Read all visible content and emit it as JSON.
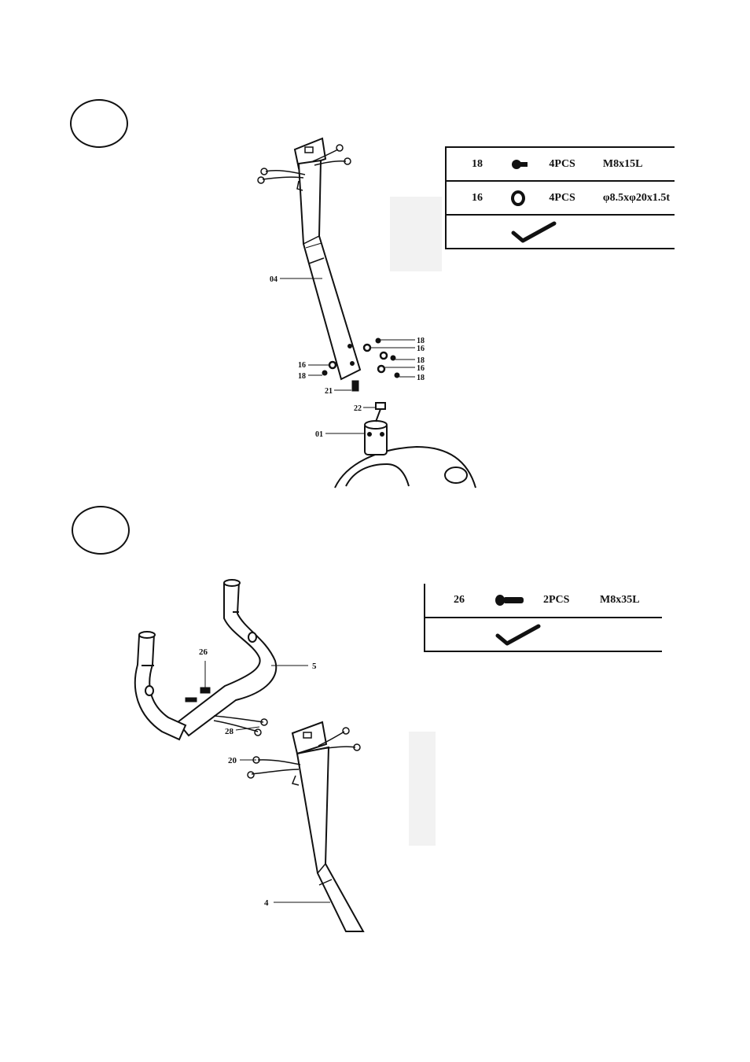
{
  "step1": {
    "table": [
      {
        "part_no": "18",
        "icon": "bolt-icon",
        "qty": "4PCS",
        "spec": "M8x15L"
      },
      {
        "part_no": "16",
        "icon": "washer-icon",
        "qty": "4PCS",
        "spec": "φ8.5xφ20x1.5t"
      },
      {
        "part_no": "",
        "icon": "allen-key-icon",
        "qty": "",
        "spec": ""
      }
    ],
    "callouts": {
      "c04": "04",
      "c18a": "18",
      "c16a": "16",
      "c18b": "18",
      "c16b": "16",
      "c18c": "18",
      "c16c": "16",
      "c18d": "18",
      "c21": "21",
      "c22": "22",
      "c01": "01"
    }
  },
  "step2": {
    "table": [
      {
        "part_no": "26",
        "icon": "long-bolt-icon",
        "qty": "2PCS",
        "spec": "M8x35L"
      },
      {
        "part_no": "",
        "icon": "allen-key-icon",
        "qty": "",
        "spec": ""
      }
    ],
    "callouts": {
      "c26": "26",
      "c5": "5",
      "c28": "28",
      "c20": "20",
      "c4": "4"
    }
  }
}
